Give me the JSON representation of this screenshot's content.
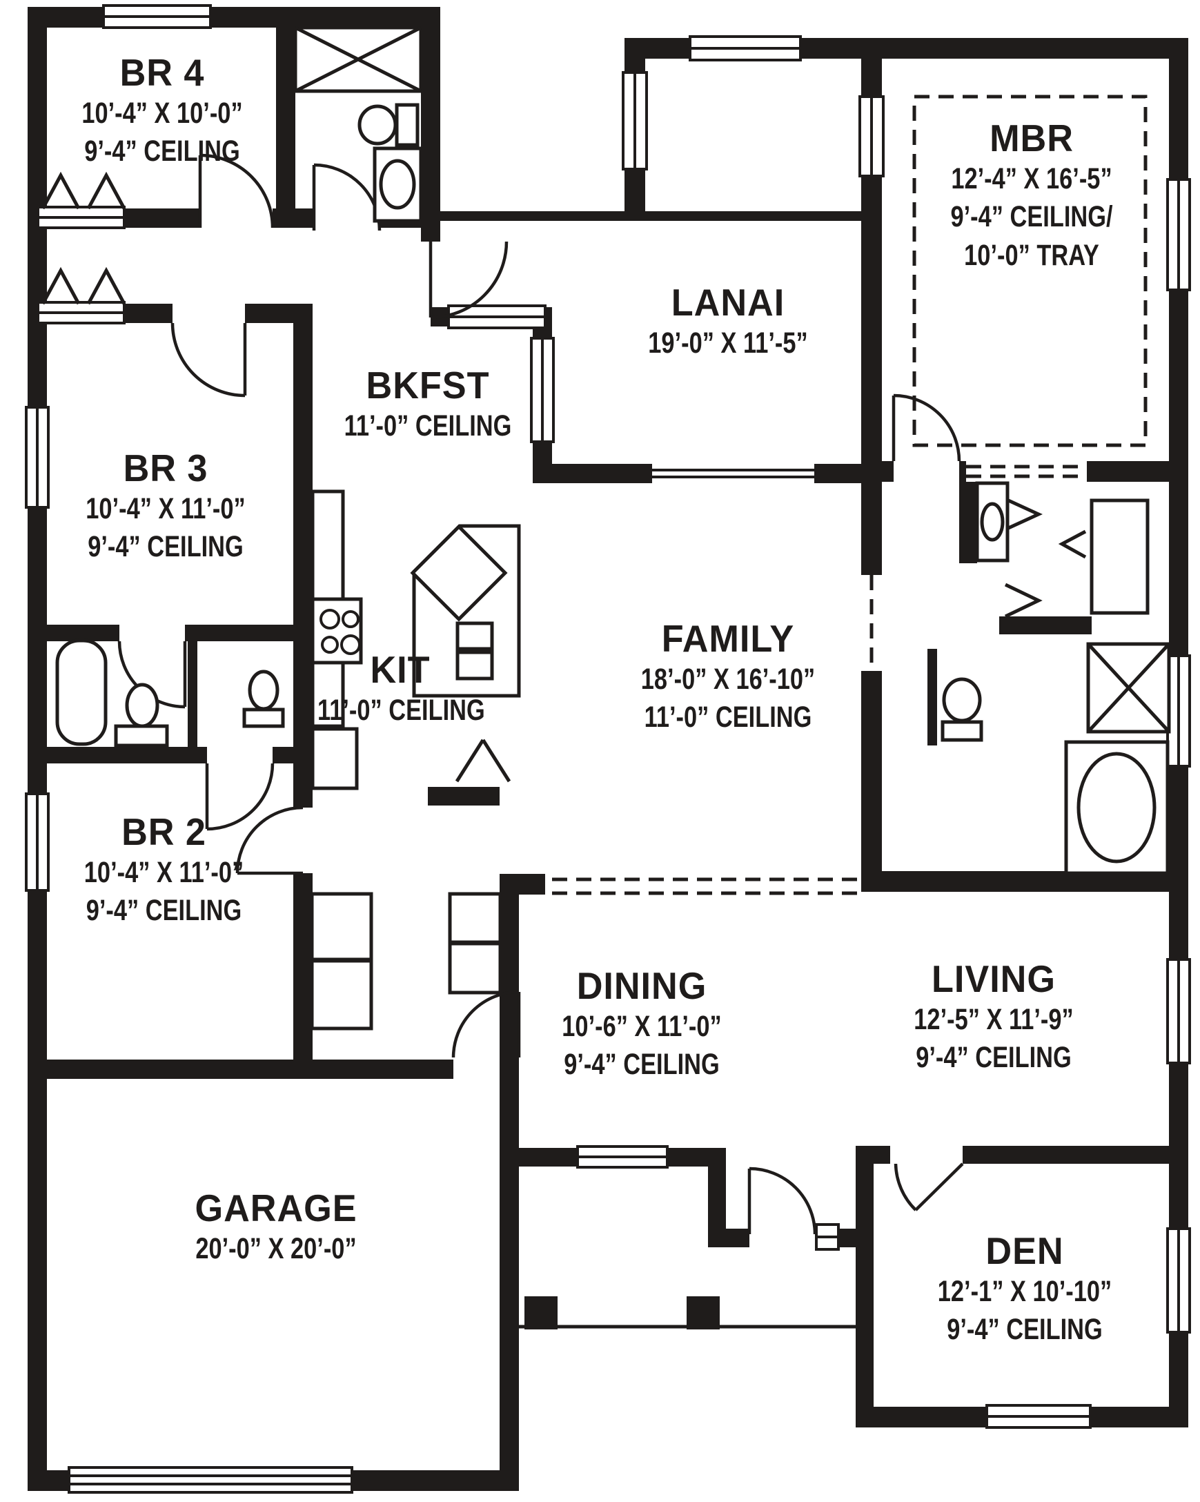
{
  "drawing": {
    "type": "residential floor plan",
    "colors": {
      "ink": "#1f1c1b",
      "paper": "#ffffff"
    }
  },
  "rooms": [
    {
      "id": "br4",
      "name": "BR 4",
      "dimensions": "10’-4” X 10’-0”",
      "ceiling": "9’-4” CEILING"
    },
    {
      "id": "mbr",
      "name": "MBR",
      "dimensions": "12’-4” X 16’-5”",
      "ceiling": "9’-4” CEILING/",
      "ceiling2": "10’-0” TRAY"
    },
    {
      "id": "lanai",
      "name": "LANAI",
      "dimensions": "19’-0” X 11’-5”"
    },
    {
      "id": "bkfst",
      "name": "BKFST",
      "ceiling": "11’-0” CEILING"
    },
    {
      "id": "br3",
      "name": "BR 3",
      "dimensions": "10’-4” X 11’-0”",
      "ceiling": "9’-4” CEILING"
    },
    {
      "id": "kit",
      "name": "KIT",
      "ceiling": "11’-0” CEILING"
    },
    {
      "id": "family",
      "name": "FAMILY",
      "dimensions": "18’-0” X 16’-10”",
      "ceiling": "11’-0” CEILING"
    },
    {
      "id": "br2",
      "name": "BR 2",
      "dimensions": "10’-4” X 11’-0”",
      "ceiling": "9’-4” CEILING"
    },
    {
      "id": "dining",
      "name": "DINING",
      "dimensions": "10’-6” X 11’-0”",
      "ceiling": "9’-4” CEILING"
    },
    {
      "id": "living",
      "name": "LIVING",
      "dimensions": "12’-5” X 11’-9”",
      "ceiling": "9’-4” CEILING"
    },
    {
      "id": "garage",
      "name": "GARAGE",
      "dimensions": "20’-0” X 20’-0”"
    },
    {
      "id": "den",
      "name": "DEN",
      "dimensions": "12’-1” X 10’-10”",
      "ceiling": "9’-4” CEILING"
    }
  ]
}
